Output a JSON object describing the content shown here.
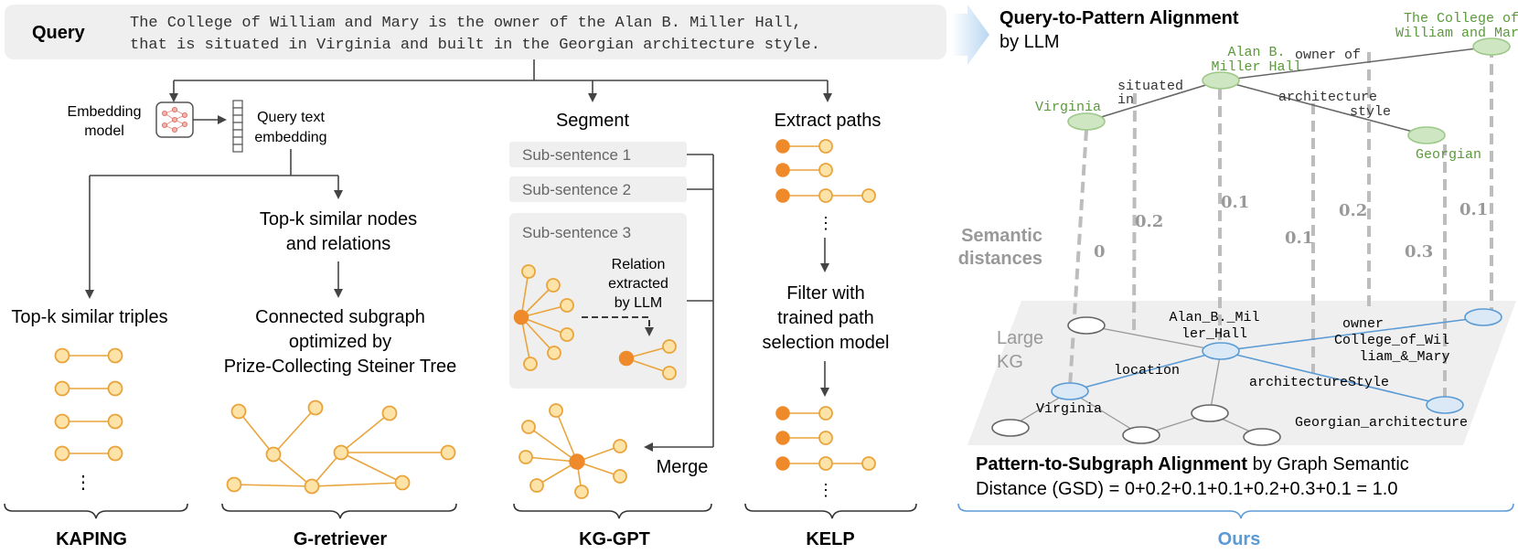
{
  "query": {
    "label": "Query",
    "line1": "The College of William and Mary is the owner of the Alan B. Miller Hall,",
    "line2": "that is situated in Virginia and built in the Georgian architecture style."
  },
  "kaping": {
    "embedding_model": [
      "Embedding",
      "model"
    ],
    "query_text_embedding": [
      "Query text",
      "embedding"
    ],
    "topk_triples": "Top-k similar triples",
    "ellipsis": "⋮",
    "name": "KAPING"
  },
  "gretriever": {
    "topk_nodes": [
      "Top-k similar nodes",
      "and relations"
    ],
    "connected": [
      "Connected subgraph",
      "optimized by",
      "Prize-Collecting Steiner Tree"
    ],
    "name": "G-retriever"
  },
  "kggpt": {
    "segment": "Segment",
    "sub1": "Sub-sentence 1",
    "sub2": "Sub-sentence 2",
    "sub3": "Sub-sentence 3",
    "relation": [
      "Relation",
      "extracted",
      "by LLM"
    ],
    "merge": "Merge",
    "name": "KG-GPT"
  },
  "kelp": {
    "extract": "Extract paths",
    "filter": [
      "Filter with",
      "trained path",
      "selection model"
    ],
    "ellipsis": "⋮",
    "name": "KELP"
  },
  "ours": {
    "q2p_bold": "Query-to-Pattern Alignment",
    "q2p_rest": "by LLM",
    "pattern_nodes": {
      "college": [
        "The College of",
        "William and Mary"
      ],
      "alan": [
        "Alan B.",
        "Miller Hall"
      ],
      "virginia": "Virginia",
      "georgian": "Georgian"
    },
    "pattern_edges": {
      "owner_of": "owner of",
      "situated_in": [
        "situated",
        "in"
      ],
      "architecture_style": [
        "architecture",
        "style"
      ]
    },
    "semantic_distances": [
      "Semantic",
      "distances"
    ],
    "distances": [
      "0",
      "0.2",
      "0.1",
      "0.1",
      "0.2",
      "0.3",
      "0.1"
    ],
    "large_kg": [
      "Large",
      "KG"
    ],
    "kg_nodes": {
      "alan": [
        "Alan_B._Mil",
        "ler_Hall"
      ],
      "college": [
        "College_of_Wil",
        "liam_&_Mary"
      ],
      "virginia": "Virginia",
      "georgian": "Georgian_architecture"
    },
    "kg_edges": {
      "owner": "owner",
      "location": "location",
      "architecture_style": "architectureStyle"
    },
    "p2s_bold": "Pattern-to-Subgraph Alignment",
    "p2s_rest": " by Graph Semantic",
    "gsd": "Distance (GSD) = 0+0.2+0.1+0.1+0.2+0.3+0.1 = 1.0",
    "name": "Ours"
  },
  "colors": {
    "orange": "#ee8a2a",
    "orange_fill": "#fde3a7",
    "orange_stroke": "#e9a43c",
    "green_fill": "#cfe6c2",
    "green_stroke": "#9ec98a",
    "green_text": "#5a9a3a",
    "blue": "#5b9bd5",
    "blue_fill": "#dbe9f7",
    "gray_box": "#efefef",
    "ours_label": "#5b9bd5"
  }
}
